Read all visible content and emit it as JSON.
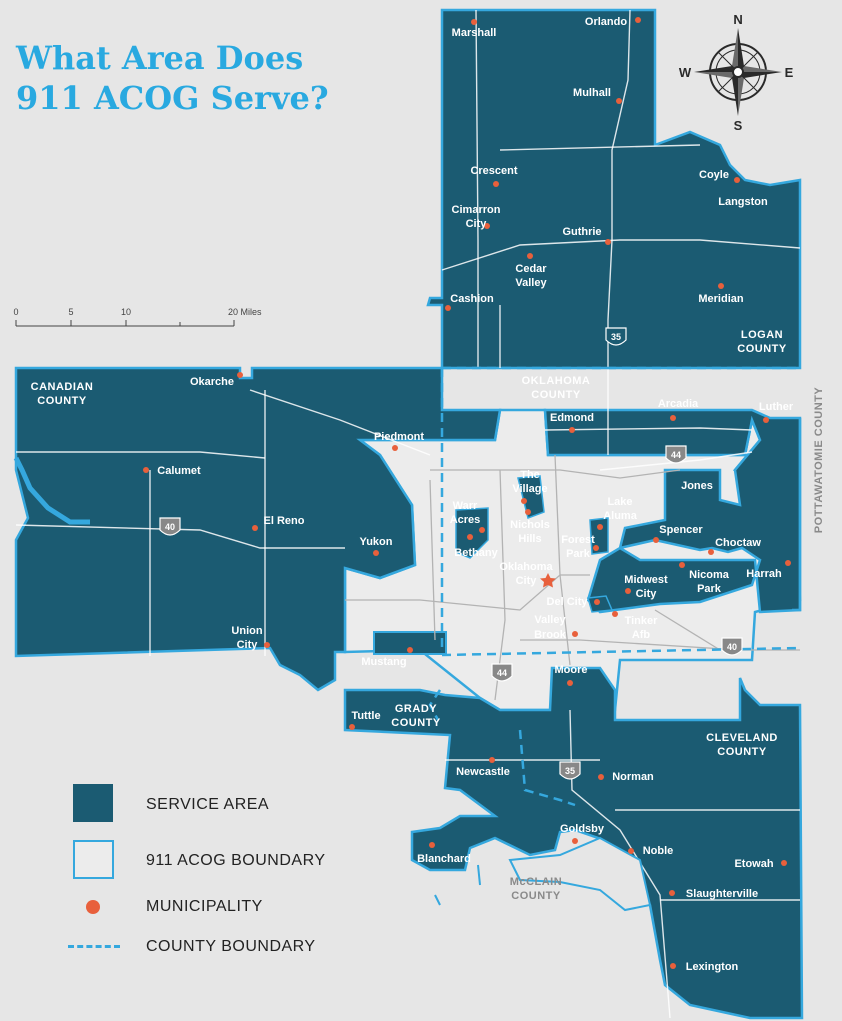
{
  "title": "What Area Does 911 ACOG Serve?",
  "compass": {
    "n": "N",
    "s": "S",
    "e": "E",
    "w": "W"
  },
  "scale": {
    "ticks": [
      "0",
      "5",
      "10",
      "20 Miles"
    ]
  },
  "counties": {
    "logan": [
      "LOGAN",
      "COUNTY"
    ],
    "canadian": [
      "CANADIAN",
      "COUNTY"
    ],
    "oklahoma": [
      "OKLAHOMA",
      "COUNTY"
    ],
    "pottawatomie": "POTTAWATOMIE COUNTY",
    "grady": [
      "GRADY",
      "COUNTY"
    ],
    "cleveland": [
      "CLEVELAND",
      "COUNTY"
    ],
    "mcclain": [
      "McCLAIN",
      "COUNTY"
    ]
  },
  "towns": {
    "marshall": "Marshall",
    "orlando": "Orlando",
    "mulhall": "Mulhall",
    "crescent": "Crescent",
    "coyle": "Coyle",
    "langston": "Langston",
    "cimarron": [
      "Cimarron",
      "City"
    ],
    "guthrie": "Guthrie",
    "cedar_valley": [
      "Cedar",
      "Valley"
    ],
    "cashion": "Cashion",
    "meridian": "Meridian",
    "okarche": "Okarche",
    "edmond": "Edmond",
    "arcadia": "Arcadia",
    "luther": "Luther",
    "piedmont": "Piedmont",
    "calumet": "Calumet",
    "the_village": [
      "The",
      "Village"
    ],
    "jones": "Jones",
    "lake_aluma": [
      "Lake",
      "Aluma"
    ],
    "warr_acres": [
      "Warr",
      "Acres"
    ],
    "nichols_hills": [
      "Nichols",
      "Hills"
    ],
    "el_reno": "El Reno",
    "spencer": "Spencer",
    "yukon": "Yukon",
    "forest_park": [
      "Forest",
      "Park"
    ],
    "choctaw": "Choctaw",
    "bethany": "Bethany",
    "okc": [
      "Oklahoma",
      "City"
    ],
    "midwest_city": [
      "Midwest",
      "City"
    ],
    "nicoma_park": [
      "Nicoma",
      "Park"
    ],
    "harrah": "Harrah",
    "del_city": "Del City",
    "valley_brook": [
      "Valley",
      "Brook"
    ],
    "tinker": [
      "Tinker",
      "Afb"
    ],
    "union_city": [
      "Union",
      "City"
    ],
    "mustang": "Mustang",
    "moore": "Moore",
    "tuttle": "Tuttle",
    "newcastle": "Newcastle",
    "norman": "Norman",
    "goldsby": "Goldsby",
    "blanchard": "Blanchard",
    "noble": "Noble",
    "etowah": "Etowah",
    "slaughterville": "Slaughterville",
    "lexington": "Lexington"
  },
  "highways": {
    "i35_north": "35",
    "i44_east": "44",
    "i40_west": "40",
    "i40_east": "40",
    "i44_south": "44",
    "i35_south": "35"
  },
  "legend": {
    "service_area": "SERVICE AREA",
    "boundary": "911 ACOG BOUNDARY",
    "municipality": "MUNICIPALITY",
    "county_boundary": "COUNTY BOUNDARY"
  },
  "colors": {
    "service": "#1b5b72",
    "boundary": "#35a8de",
    "dot": "#e8603c",
    "background": "#e6e6e6",
    "interior": "#ececec"
  }
}
